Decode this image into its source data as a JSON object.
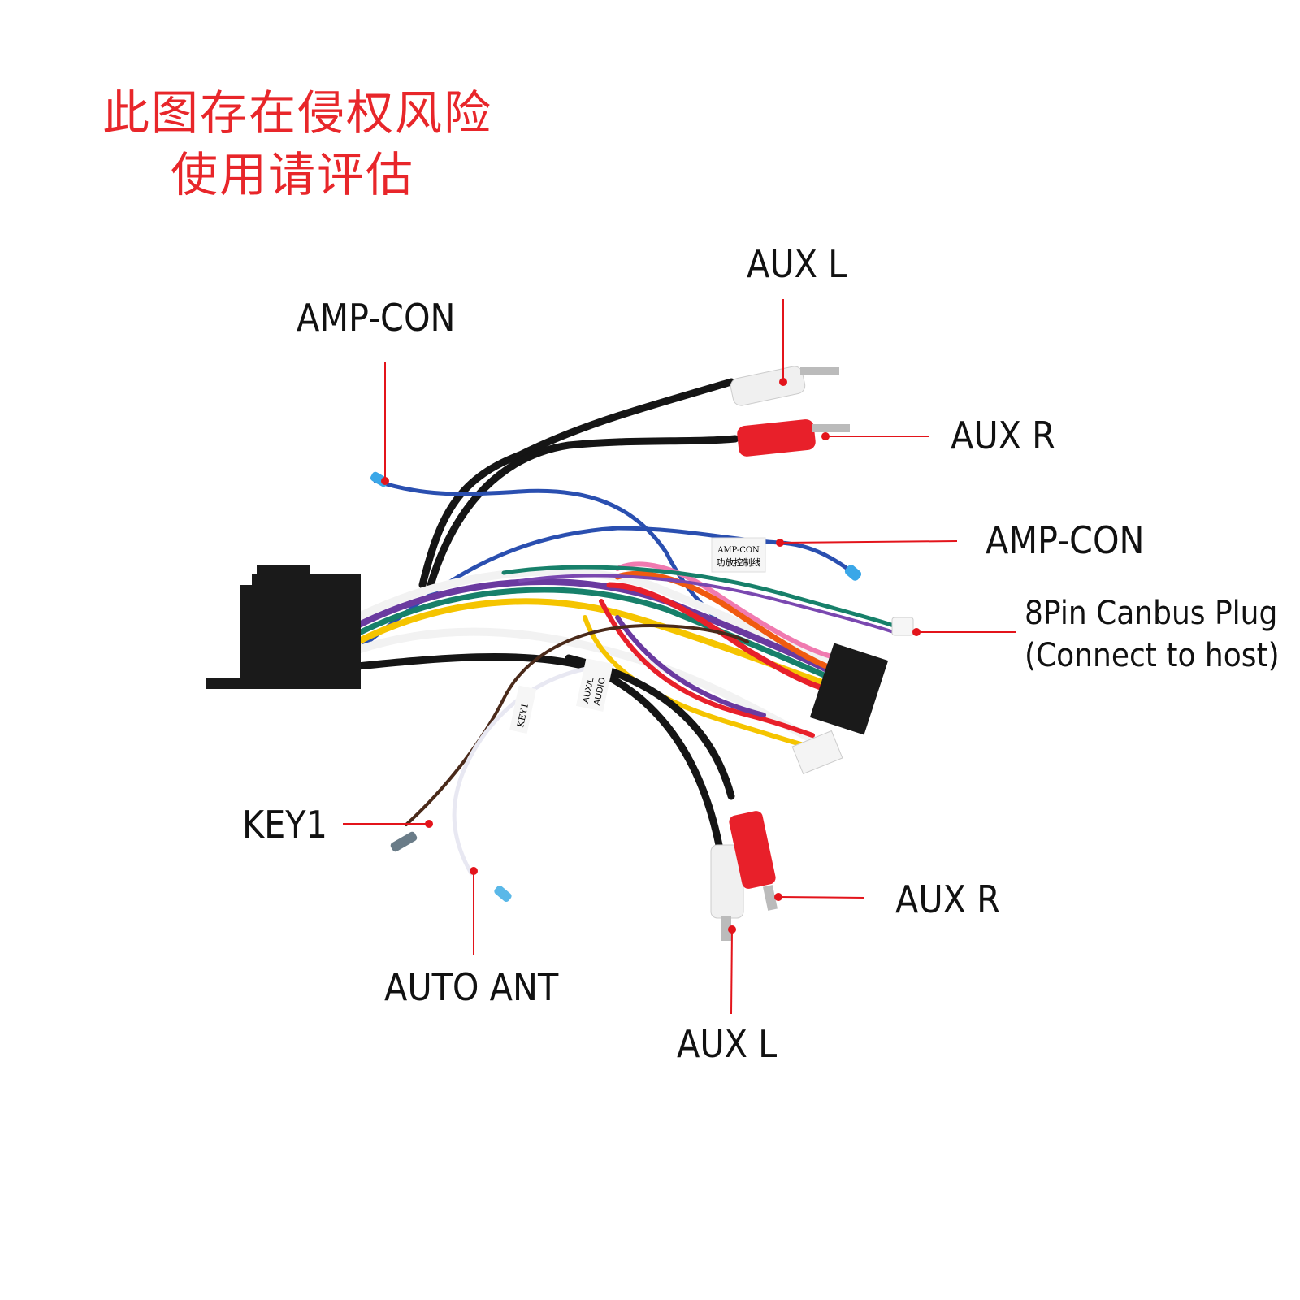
{
  "watermark": {
    "line1": "此图存在侵权风险",
    "line2": "使用请评估",
    "color": "#e8262a"
  },
  "callouts": {
    "aux_l_top": "AUX L",
    "amp_con_top": "AMP-CON",
    "aux_r_top": "AUX R",
    "amp_con_right": "AMP-CON",
    "canbus_line1": "8Pin Canbus Plug",
    "canbus_line2": "(Connect to host)",
    "key1": "KEY1",
    "aux_r_bottom": "AUX R",
    "auto_ant": "AUTO ANT",
    "aux_l_bottom": "AUX L"
  },
  "wire_tags": {
    "amp_tag_line1": "AMP-CON",
    "amp_tag_line2": "功放控制线",
    "audio_tag_line1": "AUX/L",
    "audio_tag_line2": "AUDIO",
    "key_tag": "KEY1"
  },
  "colors": {
    "callout_line": "#e3141b",
    "wire_blue": "#2a4fb0",
    "rca_red": "#e8202a",
    "connector": "#1a1a1a"
  }
}
